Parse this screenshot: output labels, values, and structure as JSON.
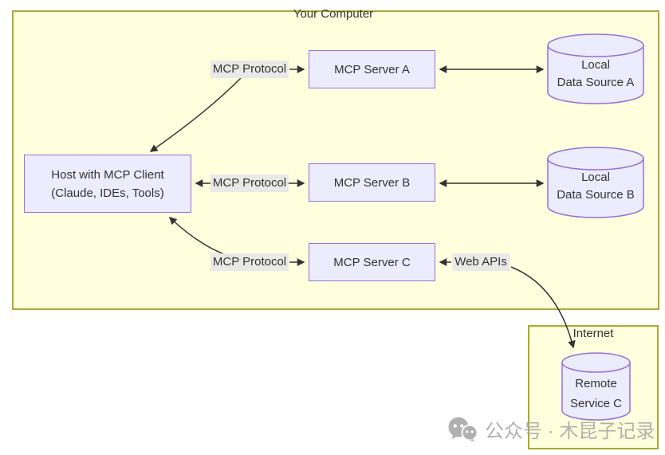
{
  "diagram": {
    "clusters": {
      "your_computer": {
        "label": "Your Computer"
      },
      "internet": {
        "label": "Internet"
      }
    },
    "nodes": {
      "host": {
        "line1": "Host with MCP Client",
        "line2": "(Claude, IDEs, Tools)"
      },
      "server_a": {
        "label": "MCP Server A"
      },
      "server_b": {
        "label": "MCP Server B"
      },
      "server_c": {
        "label": "MCP Server C"
      },
      "datasource_a": {
        "line1": "Local",
        "line2": "Data Source A"
      },
      "datasource_b": {
        "line1": "Local",
        "line2": "Data Source B"
      },
      "remote_service_c": {
        "line1": "Remote",
        "line2": "Service C"
      }
    },
    "edge_labels": {
      "mcp_protocol_a": "MCP Protocol",
      "mcp_protocol_b": "MCP Protocol",
      "mcp_protocol_c": "MCP Protocol",
      "web_apis": "Web APIs"
    },
    "colors": {
      "cluster_fill": "#ffffde",
      "cluster_border": "#aaaa33",
      "node_fill": "#ECECFF",
      "node_border": "#9370DB",
      "edge": "#333333",
      "edge_label_bg": "#e8e8e8",
      "text": "#333333",
      "watermark": "#a3a3a3"
    }
  },
  "watermark": {
    "text": "公众号 · 木昆子记录",
    "icon": "wechat-icon"
  }
}
